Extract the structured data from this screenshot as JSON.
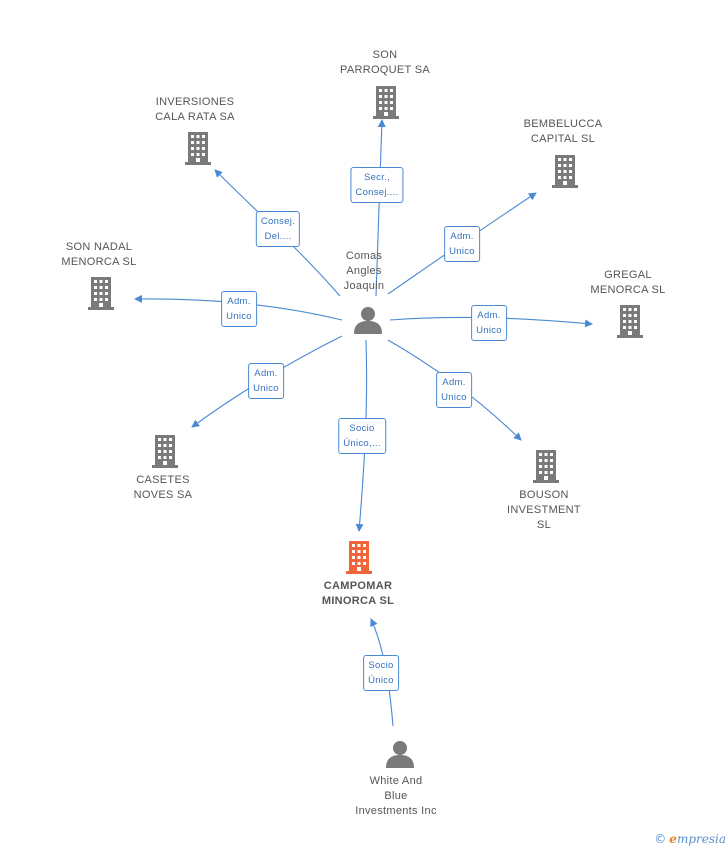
{
  "colors": {
    "edge": "#4a8ad4",
    "building": "#7a7a7a",
    "main_building": "#f0663a",
    "person": "#7a7a7a"
  },
  "nodes": {
    "person_comas": {
      "label": "Comas\nAngles\nJoaquin",
      "icon": "person-icon"
    },
    "person_white": {
      "label": "White And\nBlue\nInvestments Inc",
      "icon": "person-icon"
    },
    "main_company": {
      "label": "CAMPOMAR\nMINORCA SL",
      "icon": "building-icon"
    },
    "son_parroquet": {
      "label": "SON\nPARROQUET SA",
      "icon": "building-icon"
    },
    "inversiones": {
      "label": "INVERSIONES\nCALA RATA SA",
      "icon": "building-icon"
    },
    "bembelucca": {
      "label": "BEMBELUCCA\nCAPITAL SL",
      "icon": "building-icon"
    },
    "son_nadal": {
      "label": "SON NADAL\nMENORCA SL",
      "icon": "building-icon"
    },
    "gregal": {
      "label": "GREGAL\nMENORCA  SL",
      "icon": "building-icon"
    },
    "casetes": {
      "label": "CASETES\nNOVES SA",
      "icon": "building-icon"
    },
    "bouson": {
      "label": "BOUSON\nINVESTMENT\nSL",
      "icon": "building-icon"
    }
  },
  "relations": {
    "son_parroquet": "Secr.,\nConsej....",
    "inversiones": "Consej.\nDel....",
    "bembelucca": "Adm.\nUnico",
    "son_nadal": "Adm.\nUnico",
    "gregal": "Adm.\nUnico",
    "casetes": "Adm.\nUnico",
    "bouson": "Adm.\nUnico",
    "main_company": "Socio\nÚnico,...",
    "white_to_main": "Socio\nÚnico"
  },
  "brand": {
    "copyright": "©",
    "name_first": "e",
    "name_rest": "mpresia"
  }
}
